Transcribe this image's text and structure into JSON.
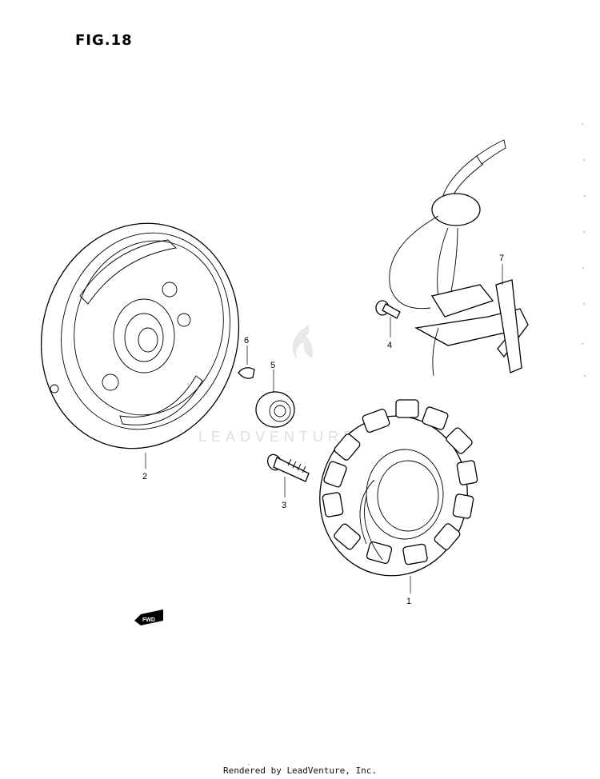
{
  "figure": {
    "title": "FIG.18"
  },
  "parts": [
    {
      "ref": "1"
    },
    {
      "ref": "2"
    },
    {
      "ref": "3"
    },
    {
      "ref": "4"
    },
    {
      "ref": "5"
    },
    {
      "ref": "6"
    },
    {
      "ref": "7"
    }
  ],
  "direction_marker": {
    "label": "FWD"
  },
  "watermark": {
    "text": "LEADVENTURE"
  },
  "footer": {
    "text": "Rendered by LeadVenture, Inc."
  }
}
